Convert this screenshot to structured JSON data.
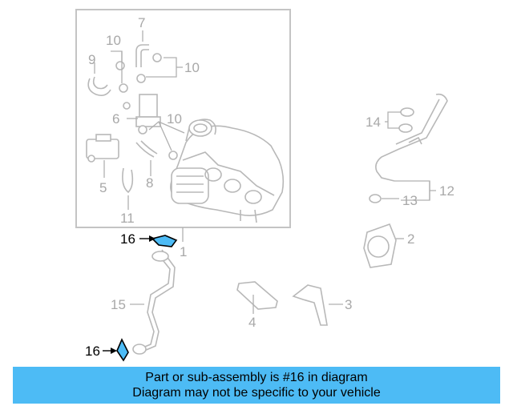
{
  "diagram": {
    "callouts": {
      "c1": "1",
      "c2": "2",
      "c3": "3",
      "c4": "4",
      "c5": "5",
      "c6": "6",
      "c7": "7",
      "c8": "8",
      "c9": "9",
      "c10a": "10",
      "c10b": "10",
      "c10c": "10",
      "c11": "11",
      "c12": "12",
      "c13": "13",
      "c14": "14",
      "c15": "15",
      "c16a": "16",
      "c16b": "16"
    },
    "highlight_color": "#4dbbf5",
    "line_color": "#b8b8b8"
  },
  "banner": {
    "line1": "Part or sub-assembly is #16 in diagram",
    "line2": "Diagram may not be specific to your vehicle",
    "background": "#4dbbf5"
  }
}
